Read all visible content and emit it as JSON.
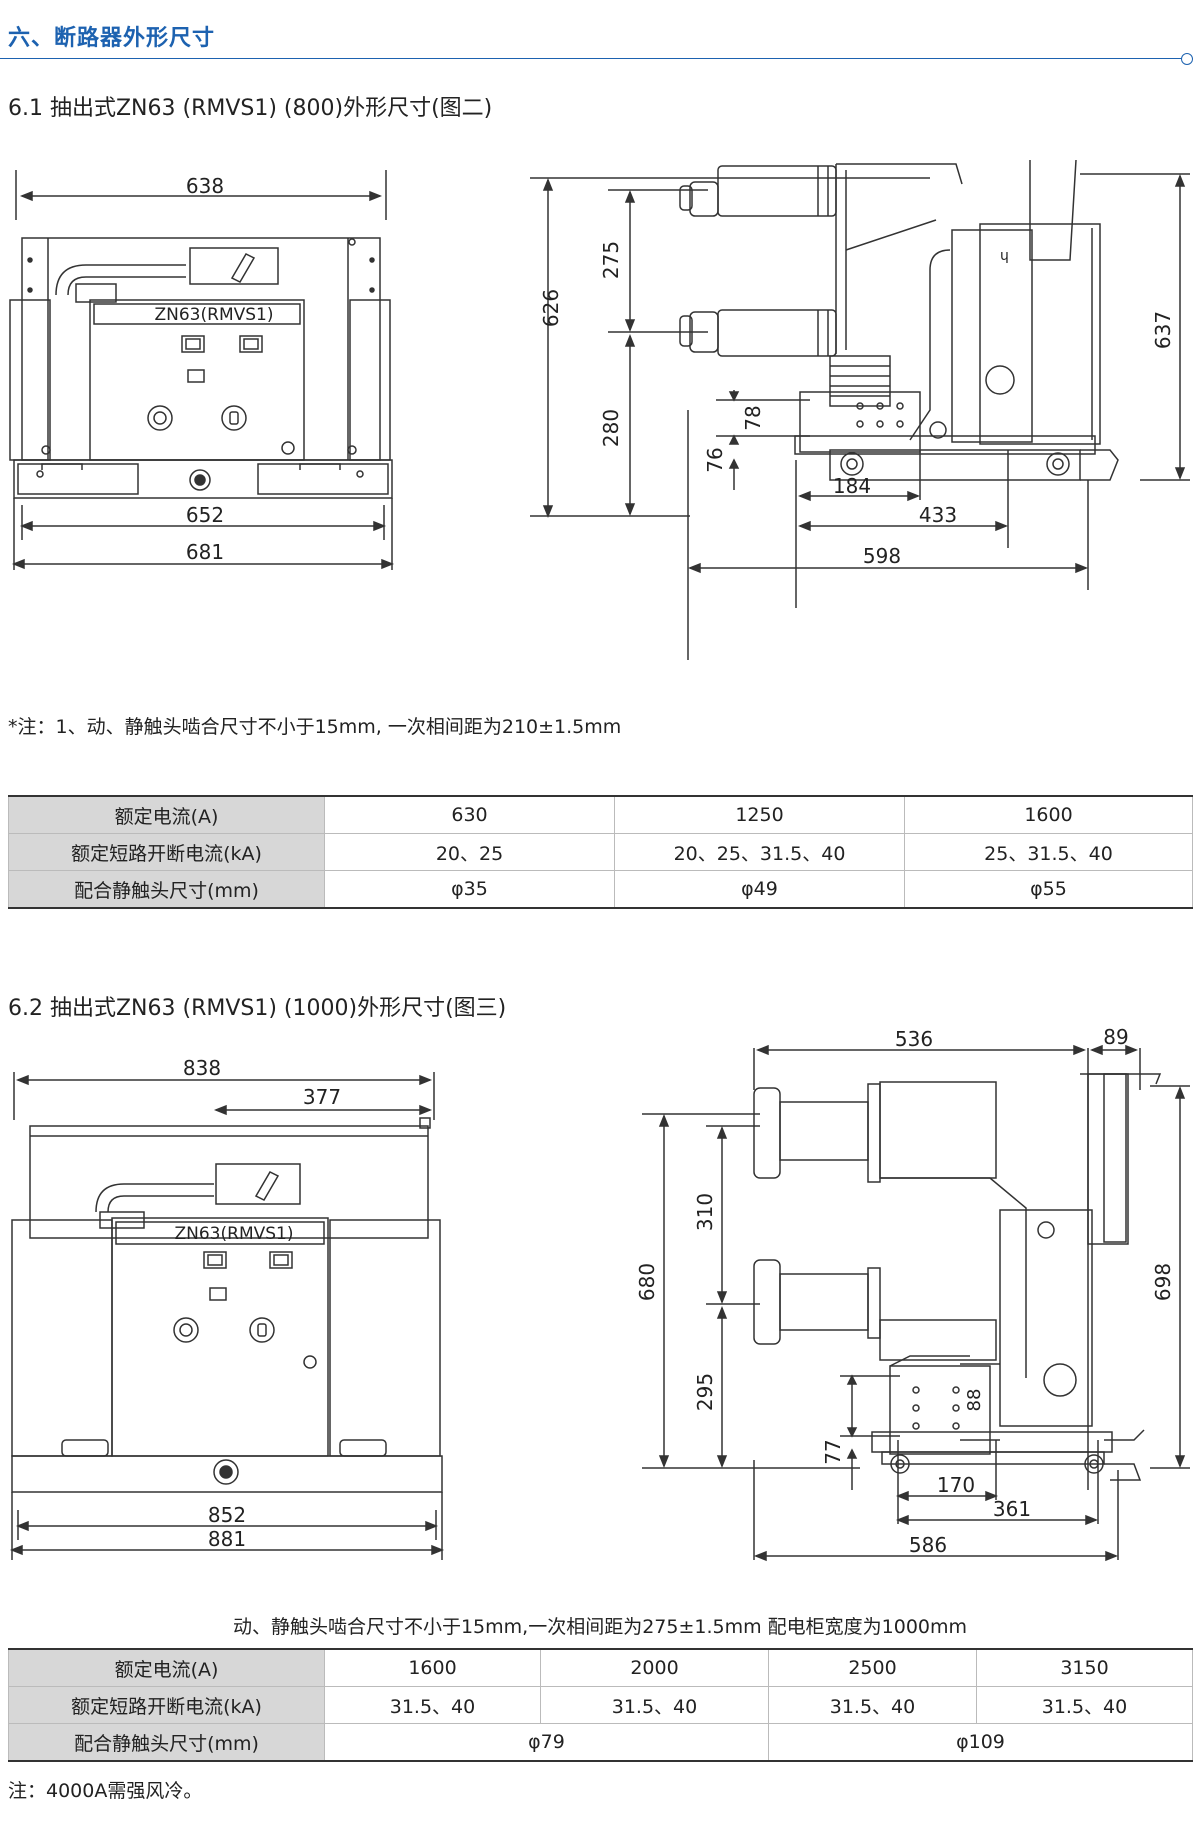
{
  "page_title": "六、断路器外形尺寸",
  "section1": {
    "title": "6.1 抽出式ZN63 (RMVS1) (800)外形尺寸(图二)",
    "front_label": "ZN63(RMVS1)",
    "dims_front": {
      "top_width": "638",
      "rail_width": "652",
      "base_width": "681"
    },
    "dims_side": {
      "total_height": "626",
      "upper_pitch": "275",
      "lower_height": "280",
      "dim_78": "78",
      "dim_76": "76",
      "right_height": "637",
      "dim_184": "184",
      "dim_433": "433",
      "dim_598": "598"
    },
    "note": "*注：1、动、静触头啮合尺寸不小于15mm, 一次相间距为210±1.5mm",
    "table": {
      "rows": [
        {
          "label": "额定电流(A)",
          "cells": [
            "630",
            "1250",
            "1600"
          ]
        },
        {
          "label": "额定短路开断电流(kA)",
          "cells": [
            "20、25",
            "20、25、31.5、40",
            "25、31.5、40"
          ]
        },
        {
          "label": "配合静触头尺寸(mm)",
          "cells": [
            "φ35",
            "φ49",
            "φ55"
          ]
        }
      ]
    }
  },
  "section2": {
    "title": "6.2 抽出式ZN63 (RMVS1) (1000)外形尺寸(图三)",
    "front_label": "ZN63(RMVS1)",
    "dims_front": {
      "top_width": "838",
      "sub_width": "377",
      "rail_width": "852",
      "base_width": "881"
    },
    "dims_side": {
      "top_width": "536",
      "top_right": "89",
      "total_height": "680",
      "upper_pitch": "310",
      "lower_height": "295",
      "dim_77": "77",
      "dim_88": "88",
      "right_height": "698",
      "dim_170": "170",
      "dim_361": "361",
      "dim_586": "586"
    },
    "note": "动、静触头啮合尺寸不小于15mm,一次相间距为275±1.5mm  配电柜宽度为1000mm",
    "table": {
      "rows": [
        {
          "label": "额定电流(A)",
          "cells": [
            "1600",
            "2000",
            "2500",
            "3150"
          ]
        },
        {
          "label": "额定短路开断电流(kA)",
          "cells": [
            "31.5、40",
            "31.5、40",
            "31.5、40",
            "31.5、40"
          ]
        },
        {
          "label": "配合静触头尺寸(mm)",
          "cells": [
            "φ79",
            "φ109"
          ]
        }
      ]
    },
    "footnote": "注：4000A需强风冷。"
  }
}
